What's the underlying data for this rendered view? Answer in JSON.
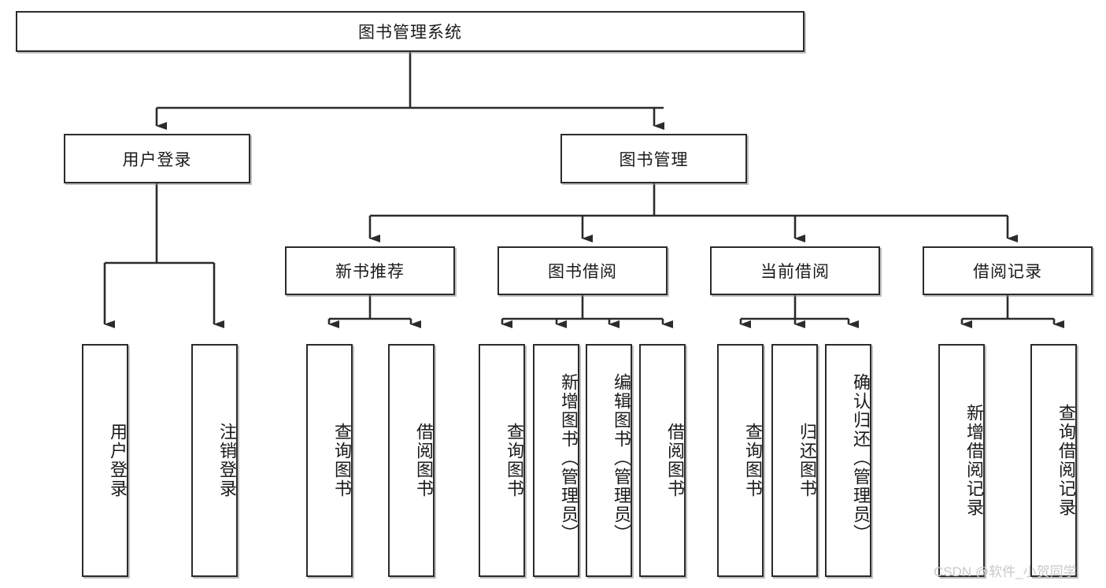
{
  "diagram": {
    "type": "tree",
    "title": "图书管理系统",
    "watermark": "CSDN @软件_小贺同学",
    "colors": {
      "box_border": "#2b2b2b",
      "box_fill": "#ffffff",
      "connector": "#2b2b2b",
      "text": "#1a1a1a",
      "watermark": "#c9c9c9",
      "background": "#ffffff"
    },
    "root": {
      "label": "图书管理系统"
    },
    "level1": [
      {
        "label": "用户登录"
      },
      {
        "label": "图书管理"
      }
    ],
    "level2": [
      {
        "label": "新书推荐"
      },
      {
        "label": "图书借阅"
      },
      {
        "label": "当前借阅"
      },
      {
        "label": "借阅记录"
      }
    ],
    "leaves": {
      "user_login": [
        {
          "label": "用户登录"
        },
        {
          "label": "注销登录"
        }
      ],
      "new_book_recommend": [
        {
          "label": "查询图书"
        },
        {
          "label": "借阅图书"
        }
      ],
      "book_borrow": [
        {
          "label": "查询图书"
        },
        {
          "label": "新增图书（管理员）"
        },
        {
          "label": "编辑图书（管理员）"
        },
        {
          "label": "借阅图书"
        }
      ],
      "current_borrow": [
        {
          "label": "查询图书"
        },
        {
          "label": "归还图书"
        },
        {
          "label": "确认归还（管理员）"
        }
      ],
      "borrow_record": [
        {
          "label": "新增借阅记录"
        },
        {
          "label": "查询借阅记录"
        }
      ]
    }
  }
}
